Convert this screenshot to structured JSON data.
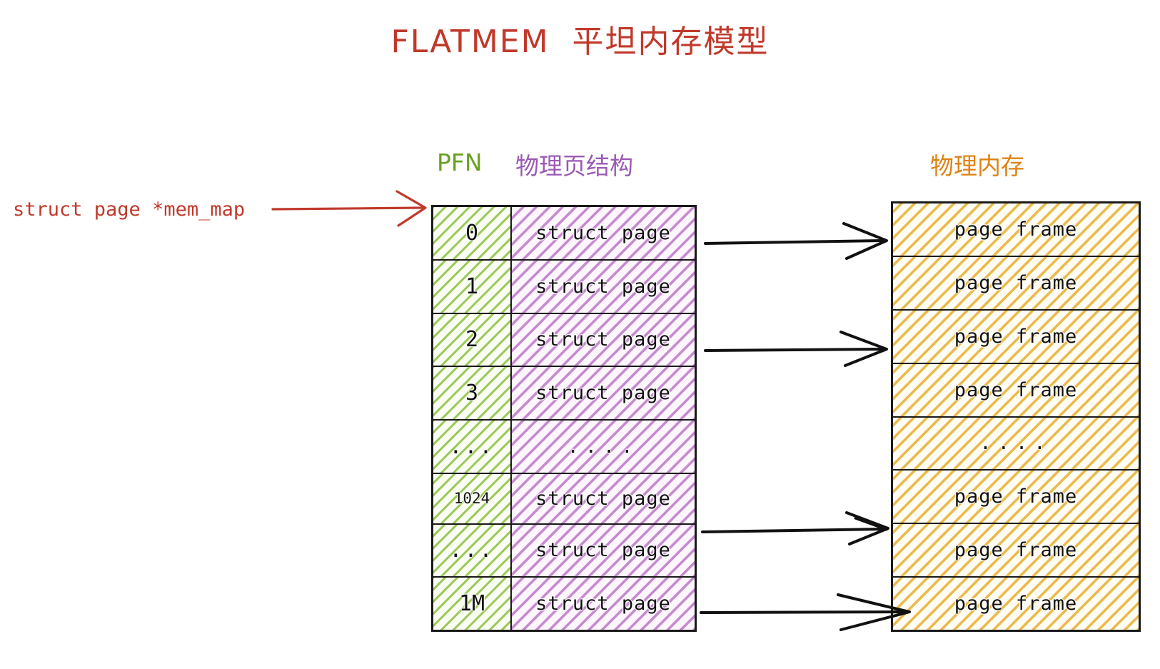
{
  "title": "FLATMEM  平坦内存模型",
  "colors": {
    "title": "#c0392b",
    "pfn": "#6aa023",
    "struct_page": "#9b59b6",
    "phys_mem": "#e08214",
    "pointer_label": "#c0392b",
    "stroke": "#1a1a1a"
  },
  "headers": {
    "pfn": "PFN",
    "page_struct": "物理页结构",
    "phys_mem": "物理内存"
  },
  "pointer": {
    "label": "struct page *mem_map"
  },
  "mem_map_table": {
    "rows": [
      {
        "pfn": "0",
        "struct": "struct page"
      },
      {
        "pfn": "1",
        "struct": "struct page"
      },
      {
        "pfn": "2",
        "struct": "struct page"
      },
      {
        "pfn": "3",
        "struct": "struct page"
      },
      {
        "pfn": "...",
        "struct": "...."
      },
      {
        "pfn": "1024",
        "struct": "struct page"
      },
      {
        "pfn": "...",
        "struct": "struct page"
      },
      {
        "pfn": "1M",
        "struct": "struct page"
      }
    ]
  },
  "phys_mem_table": {
    "rows": [
      {
        "frame": "page frame"
      },
      {
        "frame": "page frame"
      },
      {
        "frame": "page frame"
      },
      {
        "frame": "page frame"
      },
      {
        "frame": "...."
      },
      {
        "frame": "page frame"
      },
      {
        "frame": "page frame"
      },
      {
        "frame": "page frame"
      }
    ]
  },
  "connectors": [
    {
      "from_row": 0,
      "to_row": 0
    },
    {
      "from_row": 2,
      "to_row": 2
    },
    {
      "from_row": 5,
      "to_row": 5
    },
    {
      "from_row": 7,
      "to_row": 7
    }
  ]
}
